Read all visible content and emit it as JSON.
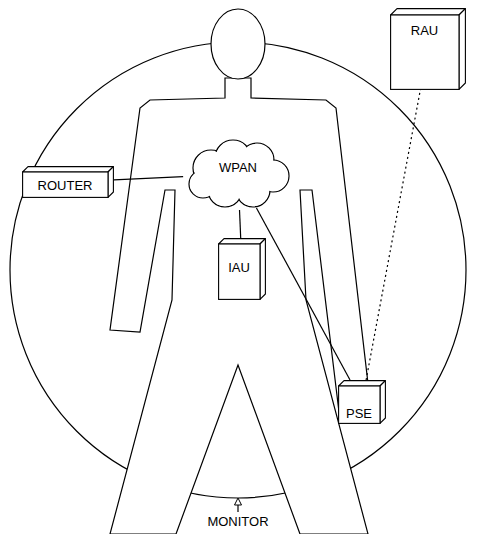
{
  "diagram": {
    "nodes": [
      {
        "text": [
          "RAU"
        ]
      },
      {
        "text": [
          "ROUTER"
        ]
      },
      {
        "text": [
          "WPAN"
        ]
      },
      {
        "text": [
          "IAU"
        ]
      },
      {
        "text": [
          "PSE"
        ]
      }
    ],
    "edges": [
      {
        "from": 1,
        "to": 2,
        "arrow": "none"
      },
      {
        "from": 2,
        "to": 3,
        "arrow": "none"
      },
      {
        "from": 2,
        "to": 4,
        "arrow": "none"
      },
      {
        "from": 4,
        "to": 0,
        "arrow": "none"
      }
    ],
    "labels": [
      "MONITOR"
    ]
  }
}
